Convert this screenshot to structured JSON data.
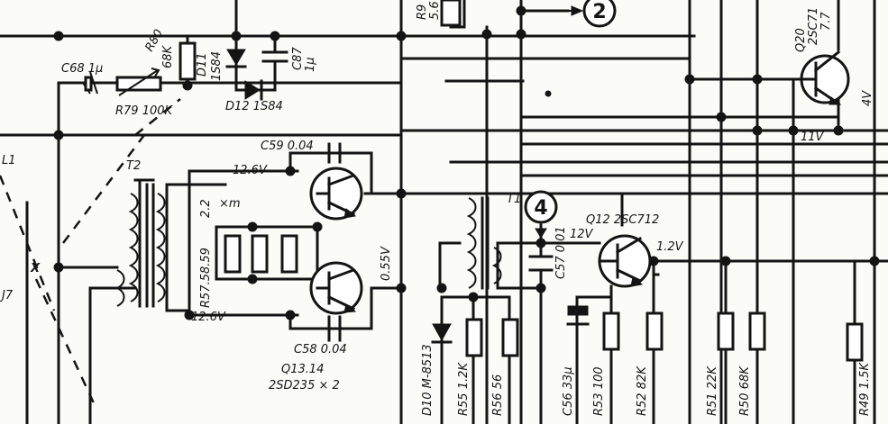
{
  "labels": {
    "c68": "C68 1μ",
    "r80": "R80",
    "r80v": "68K",
    "d11": "D11",
    "d11v": "1S84",
    "c87": "C87",
    "c87v": "1μ",
    "d12": "D12  1S84",
    "r79": "R79 100K",
    "r9x": "R9",
    "r9xv": "5.6",
    "q20": "Q20",
    "q20t": "2SC71",
    "q20v": "7.7",
    "v4": "4V",
    "v11": "11V",
    "c59": "C59 0.04",
    "v126a": "12.6V",
    "v126b": "12.6V",
    "t2": "T2",
    "r57": "R57.58.59",
    "r57v": "2.2",
    "xm": "×m",
    "v055": "0.55V",
    "t1": "T1",
    "q12": "Q12  2SC712",
    "v12": "12V",
    "v12b": "1.2V",
    "c57": "C57 0.01",
    "c58": "C58 0.04",
    "q1314": "Q13.14",
    "q1314t": "2SD235 × 2",
    "d10": "D10 M-8513",
    "r55": "R55 1.2K",
    "r56": "R56 56",
    "c56": "C56 33μ",
    "r53": "R53 100",
    "r52": "R52 82K",
    "r51": "R51 22K",
    "r50": "R50 68K",
    "r49": "R49 1.5K",
    "l1": "L1",
    "j7": "J7",
    "x": "X"
  },
  "markers": {
    "m2": "2",
    "m4": "4"
  }
}
